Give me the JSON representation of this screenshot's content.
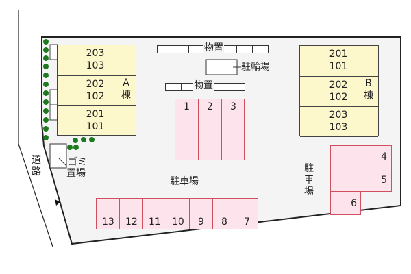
{
  "site": {
    "ground_color": "#f4f4f4",
    "outline_color": "#222222"
  },
  "colors": {
    "building_fill": "#fdf7cc",
    "parking_fill": "#fde4ec",
    "parking_border": "#d0505f",
    "tree_green": "#1e7a1e"
  },
  "building_a": {
    "name_letter": "A",
    "name_suffix": "棟",
    "units": [
      {
        "upper": "203",
        "lower": "103"
      },
      {
        "upper": "202",
        "lower": "102"
      },
      {
        "upper": "201",
        "lower": "101"
      }
    ]
  },
  "building_b": {
    "name_letter": "B",
    "name_suffix": "棟",
    "units": [
      {
        "upper": "201",
        "lower": "101"
      },
      {
        "upper": "202",
        "lower": "102"
      },
      {
        "upper": "203",
        "lower": "103"
      }
    ]
  },
  "storage_top": {
    "label": "物置"
  },
  "storage_mid": {
    "label": "物置"
  },
  "bike_parking": {
    "label": "駐輪場"
  },
  "trash_area": {
    "label_line1": "ゴミ",
    "label_line2": "置場"
  },
  "road": {
    "label": "道路"
  },
  "parking_center_label": "駐車場",
  "parking_right_label": "駐車場",
  "parking": {
    "center_stalls": [
      "1",
      "2",
      "3"
    ],
    "right_stalls": [
      "4",
      "5",
      "6"
    ],
    "bottom_stalls": [
      "13",
      "12",
      "11",
      "10",
      "9",
      "8",
      "7"
    ]
  },
  "entrance_marker": {
    "icon": "entrance-arrow-icon"
  }
}
